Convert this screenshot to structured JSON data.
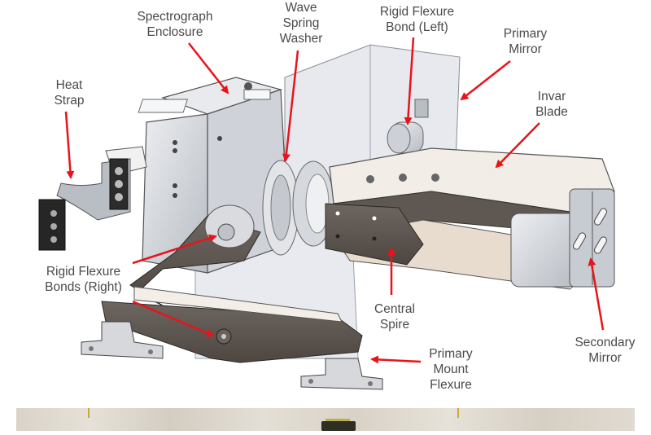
{
  "labels": {
    "spectrograph_enclosure": [
      "Spectrograph",
      "Enclosure"
    ],
    "wave_spring_washer": [
      "Wave",
      "Spring",
      "Washer"
    ],
    "rigid_flexure_bond_left": [
      "Rigid Flexure",
      "Bond (Left)"
    ],
    "primary_mirror": [
      "Primary",
      "Mirror"
    ],
    "heat_strap": [
      "Heat",
      "Strap"
    ],
    "invar_blade": [
      "Invar",
      "Blade"
    ],
    "rigid_flexure_bonds_right": [
      "Rigid Flexure",
      "Bonds (Right)"
    ],
    "central_spire": [
      "Central",
      "Spire"
    ],
    "secondary_mirror": [
      "Secondary",
      "Mirror"
    ],
    "primary_mount_flexure": [
      "Primary",
      "Mount",
      "Flexure"
    ]
  },
  "colors": {
    "arrow": "#e8141b",
    "label_text": "#4a4a4a",
    "metal_light": "#d9dbe0",
    "metal_mid": "#a9adb4",
    "metal_dark": "#5e5752",
    "blade": "#e9ded2",
    "glass": "#c8ccd6"
  }
}
